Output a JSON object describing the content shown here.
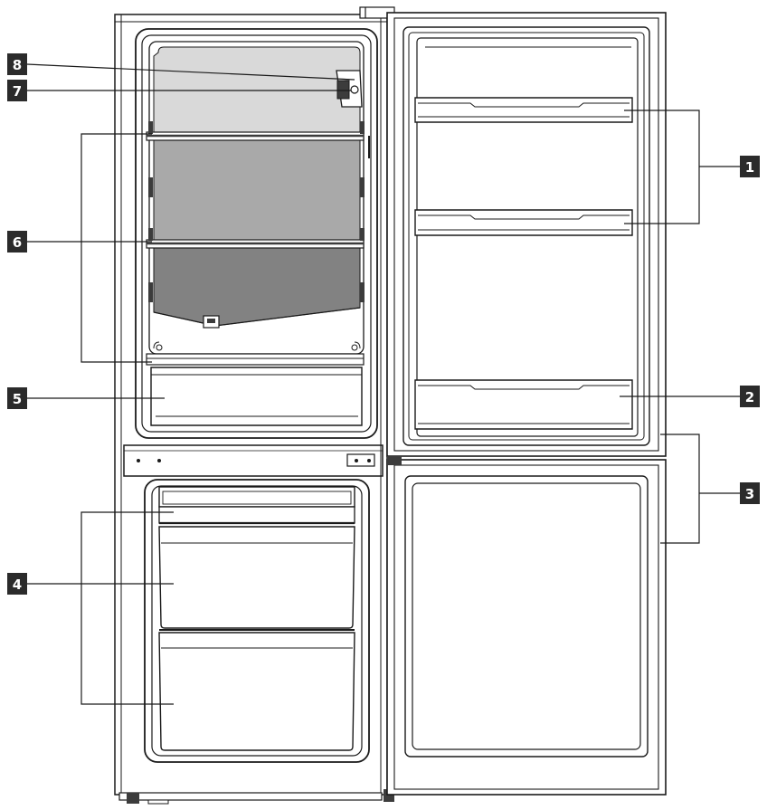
{
  "callouts": [
    {
      "id": "1",
      "label": "1"
    },
    {
      "id": "2",
      "label": "2"
    },
    {
      "id": "3",
      "label": "3"
    },
    {
      "id": "4",
      "label": "4"
    },
    {
      "id": "5",
      "label": "5"
    },
    {
      "id": "6",
      "label": "6"
    },
    {
      "id": "7",
      "label": "7"
    },
    {
      "id": "8",
      "label": "8"
    }
  ],
  "colors": {
    "line": "#1a1a1a",
    "badge": "#2b2b2b",
    "badge_text": "#ffffff",
    "glass_top": "#d9d9d9",
    "glass_mid": "#a9a9a9",
    "glass_bottom": "#828282",
    "shelf_strip": "#3c3c3c"
  }
}
